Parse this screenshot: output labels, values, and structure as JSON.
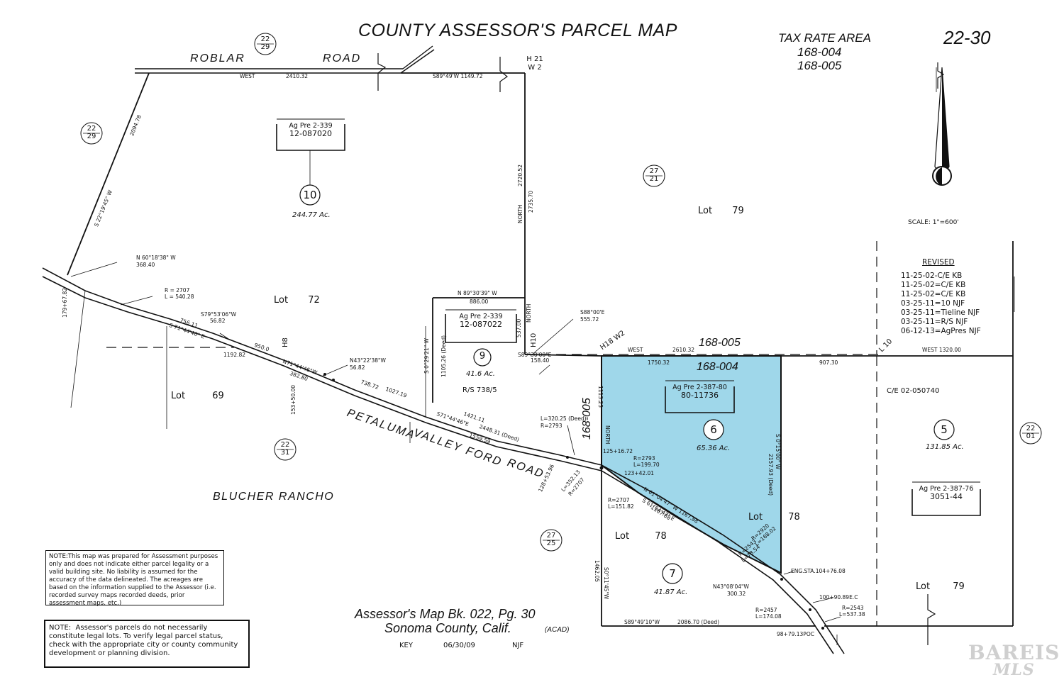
{
  "title": "COUNTY ASSESSOR'S PARCEL MAP",
  "map_number": "22-30",
  "tax_rate_area": {
    "label": "TAX RATE AREA",
    "codes": [
      "168-004",
      "168-005"
    ]
  },
  "scale": "SCALE: 1\"=600'",
  "revisions": {
    "heading": "REVISED",
    "entries": [
      "11-25-02-C/E KB",
      "11-25-02=C/E KB",
      "11-25-02=C/E KB",
      "03-25-11=10 NJF",
      "03-25-11=Tieline NJF",
      "03-25-11=R/S NJF",
      "06-12-13=AgPres NJF"
    ]
  },
  "roads": {
    "roblar_1": "ROBLAR",
    "roblar_2": "ROAD",
    "petaluma": "PETALUMA",
    "valley_ford": "VALLEY FORD",
    "pvf_road": "ROAD"
  },
  "area_label": "BLUCHER RANCHO",
  "cross_refs": {
    "top_left": [
      "22",
      "29"
    ],
    "left": [
      "22",
      "29"
    ],
    "upper_mid": [
      "27",
      "21"
    ],
    "lower_left": [
      "22",
      "31"
    ],
    "lower_mid": [
      "27",
      "25"
    ],
    "right": [
      "22",
      "01"
    ]
  },
  "parcels": [
    {
      "no": "10",
      "acres": "244.77 Ac.",
      "ag_top": "Ag Pre 2-339",
      "ag_bottom": "12-087020"
    },
    {
      "no": "9",
      "acres": "41.6 Ac.",
      "ag_top": "Ag Pre 2-339",
      "ag_bottom": "12-087022"
    },
    {
      "no": "6",
      "acres": "65.36 Ac.",
      "ag_top": "Ag Pre 2-387-80",
      "ag_bottom": "80-11736"
    },
    {
      "no": "5",
      "acres": "131.85 Ac.",
      "ag_top": "Ag Pre 2-387-76",
      "ag_bottom": "3051-44"
    },
    {
      "no": "7",
      "acres": "41.87 Ac."
    }
  ],
  "lots": {
    "lot79_top": "Lot 79",
    "lot72": "Lot 72",
    "lot69": "Lot 69",
    "lot78_left": "Lot 78",
    "lot78_right": "Lot 78",
    "lot79_bottom": "Lot 79"
  },
  "tra_lines": {
    "h_top": "168-005",
    "h_bottom": "168-004",
    "v_label": "168-005"
  },
  "misc_labels": {
    "rs": "R/S 738/5",
    "ce": "C/E 02-050740",
    "h21w2": "H 21 W 2",
    "h18w2": "H18 W2",
    "h10": "H10",
    "h8": "H8",
    "l10": "L 10",
    "eng_sta": "ENG.STA.104+76.08",
    "sta_100": "100+90.89E.C",
    "sta_98": "98+79.13POC",
    "sta_125": "125+16.72",
    "sta_123": "123+42.01",
    "sta_128": "128+53.96",
    "sta_153": "153+50.00",
    "sta_179": "179+67.82"
  },
  "dimensions": {
    "west_top": "WEST",
    "d2410": "2410.32",
    "s8949w": "S89°49'W 1149.72",
    "d2094": "2094.78",
    "s22": "S 22°19'45\" W",
    "n60": "N 60°18'38\" W",
    "d368": "368.40",
    "r2707": "R = 2707",
    "l540": "L = 540.28",
    "s79": "S79°53'06\"W",
    "d56": "56.82",
    "s71a": "S 71°44'46\" E",
    "d756": "756.11",
    "d950": "950.0",
    "d1192": "1192.82",
    "n71": "N71°44'46\"W",
    "d382": "382.80",
    "n43": "N43°22'38\"W",
    "d5682b": "56.82",
    "d738": "738.72",
    "d1027": "1027.19",
    "d1421": "1421.11",
    "s71b": "S71°44'46\"E",
    "d2448": "2448.31 (Deed)",
    "d1559": "1559.59",
    "n89": "N 89°30'39\" W",
    "d886": "886.00",
    "s0": "S 0°29'21\" W",
    "d1105": "1105.26 (Deed)",
    "d537": "537.00",
    "north1": "NORTH",
    "d2720": "2720.52",
    "north2": "NORTH",
    "d2735": "2735.70",
    "s88": "S88°00'E",
    "d555": "555.72",
    "s89b": "S89°30'00\"E",
    "d158": "158.40",
    "west2": "WEST",
    "d2610": "2610.32",
    "d1750": "1750.32",
    "d907": "907.30",
    "west3": "WEST 1320.00",
    "d1113": "1113.23",
    "north3": "NORTH",
    "l320": "L=320.25 (Deed)",
    "r2793": "R=2793",
    "r2793b": "R=2793",
    "l199": "L=199.70",
    "l352": "L=352.13",
    "r2707b": "R=2707",
    "r2707c": "R=2707",
    "l151": "L=151.82",
    "n61": "N 61°04'47\" W 1167.88",
    "s61": "S 61°04'47\" E",
    "d1167": "1167.88",
    "s0b": "S 0°15'00\" W",
    "d2157": "2157.93 (Deed)",
    "r2920": "R=2920",
    "l168": "L=168.02",
    "r2543": "R=2543",
    "l78": "L=78.54",
    "n43b": "N43°08'04\"W",
    "d300": "300.32",
    "r2457": "R=2457",
    "l174": "L=174.08",
    "r2543b": "R=2543",
    "l537": "L=537.38",
    "s89c": "S89°49'10\"W",
    "d2086": "2086.70 (Deed)",
    "d1462": "1462.05",
    "s0c": "S0°11'45\"W"
  },
  "note1": {
    "head": "NOTE:",
    "text": "This map was prepared for Assessment purposes only and does not indicate either parcel legality or a valid building site. No liability is assumed for the accuracy of the data delineated. The acreages are based on the information supplied to the Assessor (i.e. recorded survey maps recorded deeds, prior assessment maps, etc.)"
  },
  "note2": {
    "head": "NOTE:",
    "text": "Assessor's parcels do not necessarily constitute legal lots. To verify legal parcel status, check with the appropriate city or county community development or planning division."
  },
  "footer": {
    "line1": "Assessor's Map Bk. 022, Pg. 30",
    "line2": "Sonoma County, Calif.",
    "acad": "(ACAD)",
    "key": "KEY",
    "date": "06/30/09",
    "initials": "NJF"
  },
  "watermark_top": "BAREIS",
  "watermark_bottom": "MLS",
  "colors": {
    "highlight": "#9fd7ea",
    "line": "#111111"
  }
}
